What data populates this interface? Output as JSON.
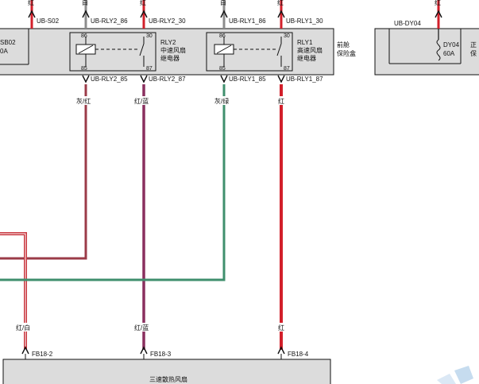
{
  "colors": {
    "gray_red": "#9b3b48",
    "red_blue": "#8a2f5e",
    "gray_green": "#3f8f6d",
    "red": "#d21f2a",
    "red_white": "#c8363e",
    "gray": "#8c8c8c"
  },
  "fuse_box": {
    "name_line1": "前舱",
    "name_line2": "保险盒",
    "left_fuse": {
      "name": "SB02",
      "rating": "0A"
    },
    "left_pin": "UB-S02",
    "rly2": {
      "name": "RLY2",
      "desc_line1": "中速风扇",
      "desc_line2": "继电器",
      "pin_86": "UB-RLY2_86",
      "pin_30": "UB-RLY2_30",
      "pin_85": "UB-RLY2_85",
      "pin_87": "UB-RLY2_87",
      "n86": "86",
      "n30": "30",
      "n85": "85",
      "n87": "87"
    },
    "rly1": {
      "name": "RLY1",
      "desc_line1": "高速风扇",
      "desc_line2": "继电器",
      "pin_86": "UB-RLY1_86",
      "pin_30": "UB-RLY1_30",
      "pin_85": "UB-RLY1_85",
      "pin_87": "UB-RLY1_87",
      "n86": "86",
      "n30": "30",
      "n85": "85",
      "n87": "87"
    }
  },
  "right_box": {
    "pin": "UB-DY04",
    "fuse_name": "DY04",
    "fuse_rating": "60A",
    "name_line1": "正",
    "name_line2": "保"
  },
  "top_wire_colors": {
    "w1": "红",
    "w2": "白",
    "w3": "红",
    "w4": "白",
    "w5": "红",
    "w6": "红"
  },
  "wire_colors": {
    "rly2_85": "灰/红",
    "rly2_87": "红/蓝",
    "rly1_85": "灰/绿",
    "rly1_87": "红",
    "fb18_2": "红/白",
    "fb18_3": "红/蓝",
    "fb18_4": "红"
  },
  "bottom_box": {
    "pin_2": "FB18-2",
    "pin_3": "FB18-3",
    "pin_4": "FB18-4",
    "title": "三速散热风扇"
  }
}
